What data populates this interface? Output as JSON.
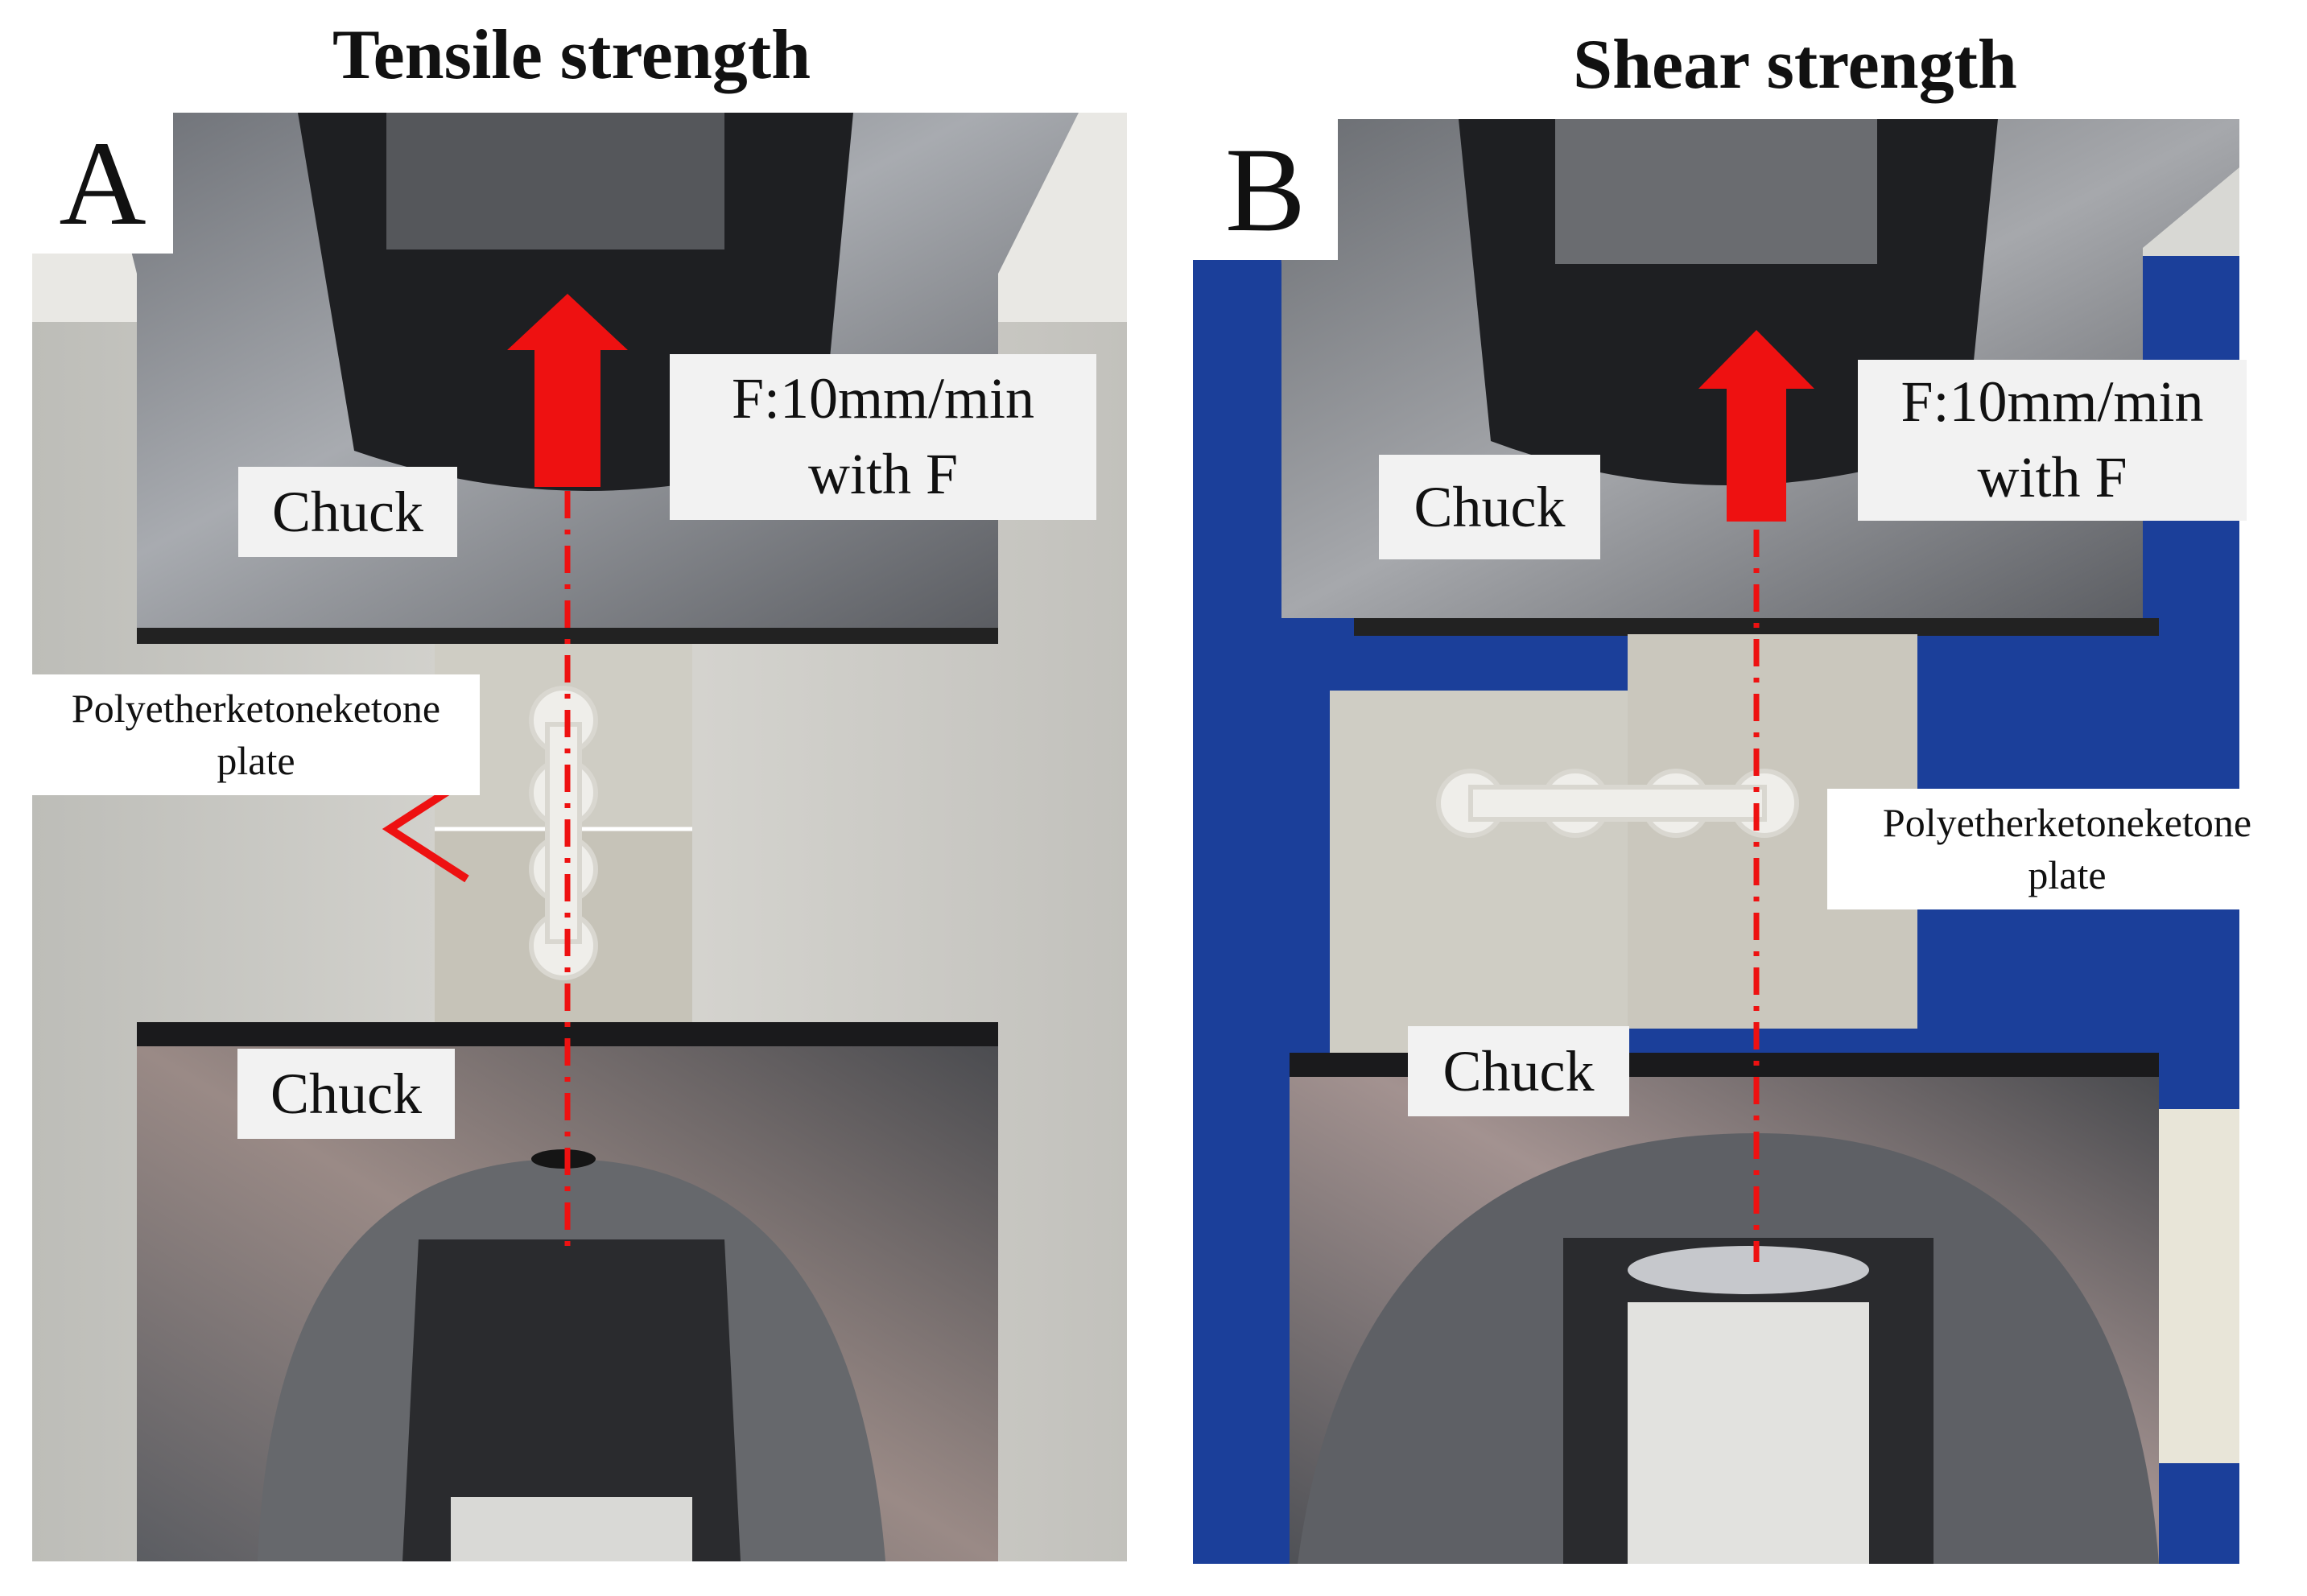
{
  "panels": [
    {
      "letter": "A",
      "title": "Tensile strength",
      "upper_chuck_label": "Chuck",
      "lower_chuck_label": "Chuck",
      "speed_label": "F:10mm/min\nwith F",
      "material_label": "Polyetherketoneketone\nplate"
    },
    {
      "letter": "B",
      "title": "Shear strength",
      "upper_chuck_label": "Chuck",
      "lower_chuck_label": "Chuck",
      "speed_label": "F:10mm/min\nwith F",
      "material_label": "Polyetherketoneketone\nplate"
    }
  ],
  "colors": {
    "arrow": "#ee1111",
    "steel": "#8a8e94",
    "dark_steel": "#2b2c30",
    "background_blue": "#1b3f9a",
    "background_grey": "#c9c9c6",
    "plate": "#e6e6e2"
  },
  "icons": {
    "load_direction": "up-arrow-icon",
    "material_pointer": "chevron-left-icon"
  }
}
